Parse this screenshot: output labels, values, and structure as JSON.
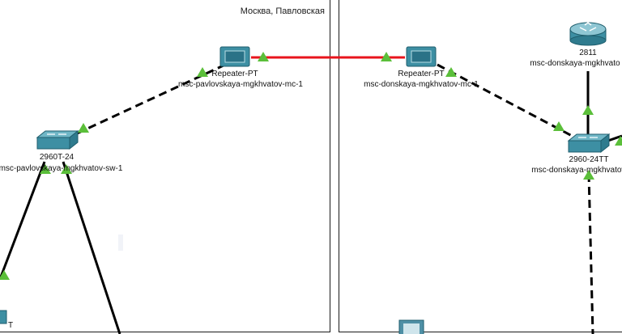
{
  "areas": {
    "left": {
      "title": "Москва, Павловская"
    },
    "right": {
      "title": ""
    }
  },
  "devices": {
    "repeater_left": {
      "model": "Repeater-PT",
      "hostname": "msc-pavlovskaya-mgkhvatov-mc-1",
      "icon": "repeater-icon"
    },
    "repeater_right": {
      "model": "Repeater-PT",
      "hostname": "msc-donskaya-mgkhvatov-mc-1",
      "icon": "repeater-icon"
    },
    "switch_left": {
      "model": "2960T-24",
      "hostname": "msc-pavlovskaya-mgkhvatov-sw-1",
      "icon": "switch-icon"
    },
    "switch_right": {
      "model": "2960-24TT",
      "hostname": "msc-donskaya-mgkhvatov-",
      "icon": "switch-icon"
    },
    "router_right": {
      "model": "2811",
      "hostname": "msc-donskaya-mgkhvato",
      "icon": "router-icon"
    },
    "partial_left": {
      "model": "T",
      "icon": "switch-icon"
    }
  },
  "colors": {
    "link_fiber": "#e8141c",
    "link_copper": "#000000",
    "port_up": "#5bbf3a",
    "device_body": "#3d8fa3",
    "device_top": "#6fb6c6"
  }
}
